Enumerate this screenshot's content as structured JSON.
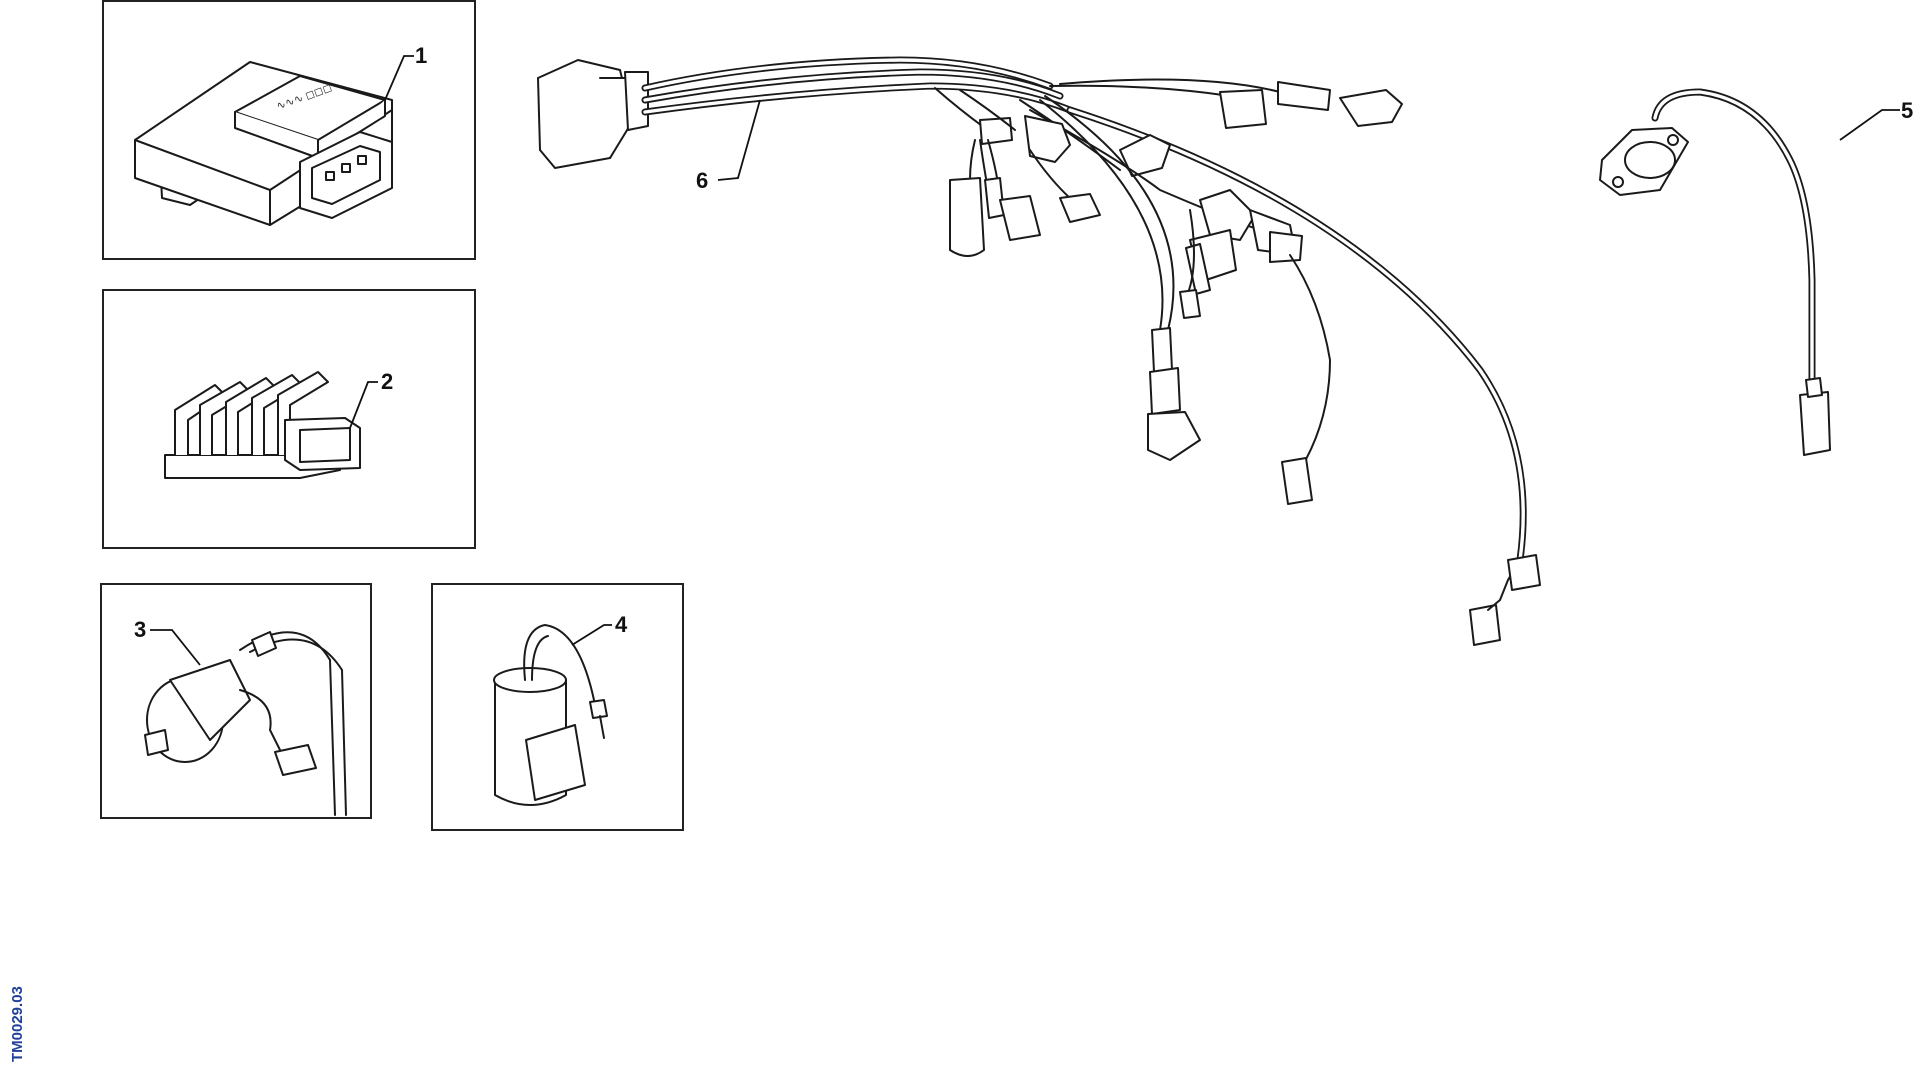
{
  "callouts": {
    "c1": "1",
    "c2": "2",
    "c3": "3",
    "c4": "4",
    "c5": "5",
    "c6": "6"
  },
  "drawing_code": "TM0029.03",
  "colors": {
    "line": "#1a1a1a",
    "code_text": "#1f3f99"
  }
}
